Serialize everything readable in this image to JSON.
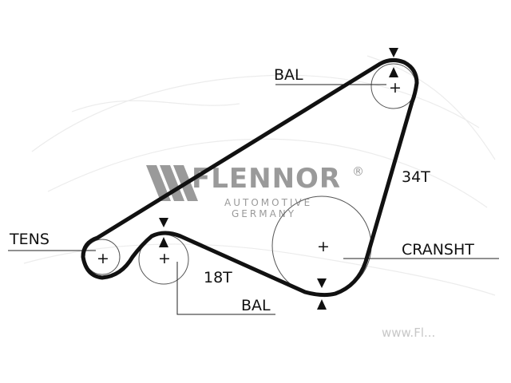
{
  "diagram": {
    "labels": {
      "bal_top": "BAL",
      "teeth_right": "34T",
      "tens": "TENS",
      "cranshaft": "CRANSHT",
      "teeth_bottom": "18T",
      "bal_bottom": "BAL"
    },
    "pulley_mark": "+"
  },
  "brand": {
    "name": "FLENNOR",
    "registered": "®",
    "sub_line_1": "AUTOMOTIVE",
    "sub_line_2": "GERMANY"
  },
  "watermark": "www.Fl...",
  "colors": {
    "belt": "#111111",
    "brand": "#9a9a9a",
    "thin": "#555555"
  }
}
